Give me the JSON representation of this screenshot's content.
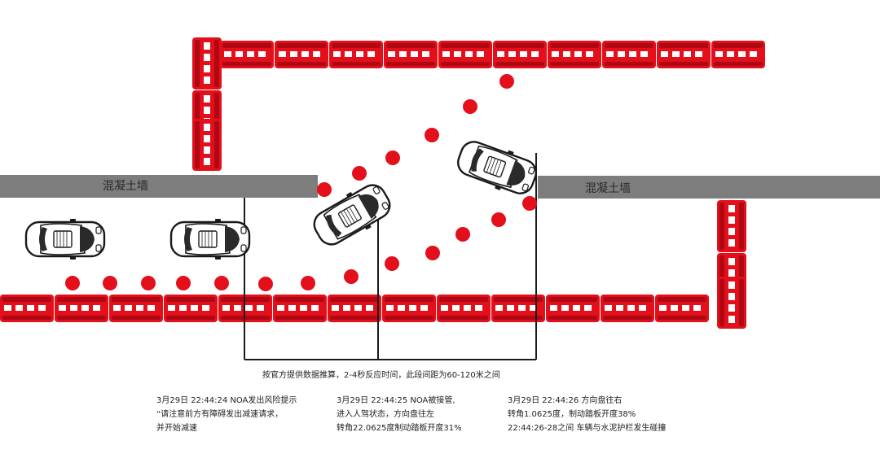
{
  "walls": {
    "left_label": "混凝土墙",
    "right_label": "混凝土墙"
  },
  "caption": "按官方提供数据推算，2-4秒反应时间，此段间距为60-120米之间",
  "notes": [
    {
      "lines": [
        "3月29日 22:44:24 NOA发出风险提示",
        "“请注意前方有障碍发出减速请求，",
        "并开始减速"
      ]
    },
    {
      "lines": [
        "3月29日 22:44:25 NOA被接管,",
        "进入人驾状态，方向盘往左",
        "转角22.0625度制动踏板开度31%"
      ]
    },
    {
      "lines": [
        "3月29日 22:44:26 方向盘往右",
        "转角1.0625度，制动踏板开度38%",
        "22:44:26-28之间 车辆与水泥护栏发生碰撞"
      ]
    }
  ],
  "colors": {
    "barrier": "#e3101c",
    "trajectory_dot": "#e3101c",
    "wall": "#7d7d7d",
    "car_outline": "#1a1a1a"
  },
  "icons": {
    "car": "car-top-view-icon",
    "barrier": "water-barrier-icon"
  }
}
